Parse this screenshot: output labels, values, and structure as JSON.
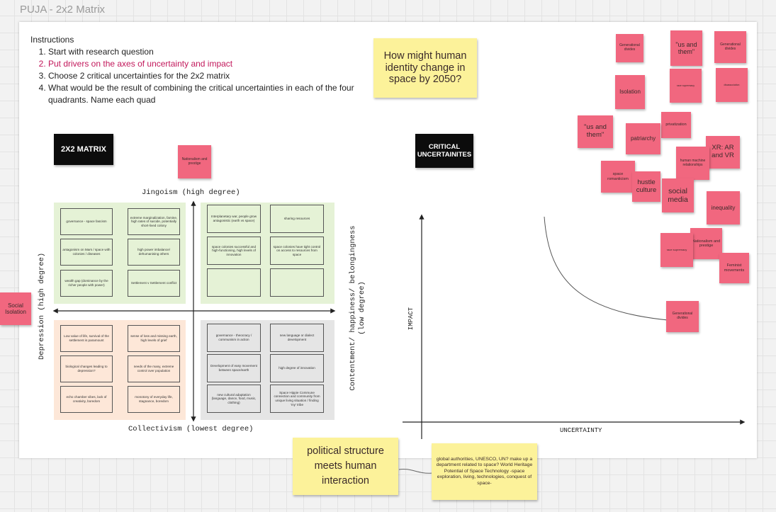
{
  "board": {
    "title": "PUJA - 2x2 Matrix"
  },
  "instructions": {
    "heading": "Instructions",
    "steps": [
      "Start with research question",
      "Put drivers on the axes of uncertainty and impact",
      "Choose 2 critical uncertainties for the 2x2 matrix",
      "What would be the result of combining the critical uncertainties in each of the four quadrants. Name each quad"
    ]
  },
  "research_question": "How might human identity change in space by 2050?",
  "matrix": {
    "label": "2X2 MATRIX",
    "axis_top": "Jingoism (high degree)",
    "axis_bottom": "Collectivism (lowest degree)",
    "axis_left": "Depression (high degree)",
    "axis_right": "Contentment/ happiness/ belongingness (low degree)",
    "top_sticky": "Nationalism and prestige",
    "q1": [
      "governance - space fascism",
      "extreme marginalization, famine, high rates of suicide, potentially short-lived colony",
      "antagonism on Mars / space with colonies / diseases",
      "high power imbalance/ dehumanising others",
      "wealth gap (dominance by the richer people with power)",
      "Settlement v Settlement conflict"
    ],
    "q2": [
      "Interplanetary war, people grow antagonistic (earth vs space)",
      "sharing resources",
      "space colonies successful and high-functioning, high levels of innovation",
      "space colonies have tight control on access to resources from space",
      "",
      ""
    ],
    "q3": [
      "Low value of life, survival of the settlement is paramount",
      "sense of loss and missing earth, high levels of grief",
      "biological changes leading to depression?",
      "needs of the many, extreme control over population",
      "echo chamber vibes, lack of creativity, boredom",
      "monotony of everyday life, stagnance, boredom"
    ],
    "q4": [
      "governance - theocracy / communism in action",
      "new language or dialect development",
      "Development of easy movement between space/earth",
      "high degree of innovation",
      "new cultural adaptation (language, dance, food, music, clothing)",
      "Space Hippie Commune connection and community from unique living situation / finding 'my' tribe"
    ]
  },
  "critical": {
    "label": "CRITICAL UNCERTAINITES",
    "y_label": "IMPACT",
    "x_label": "UNCERTAINTY",
    "curve_sticky": "Generational divides"
  },
  "left_sticky": "Social Isolation",
  "cluster": [
    {
      "text": "Generational divides"
    },
    {
      "text": "\"us and them\""
    },
    {
      "text": "Generational divides"
    },
    {
      "text": "race supremacy"
    },
    {
      "text": "disassociation"
    },
    {
      "text": "Isolation"
    },
    {
      "text": "privatization"
    },
    {
      "text": "\"us and them\""
    },
    {
      "text": "patriarchy"
    },
    {
      "text": "XR: AR and VR"
    },
    {
      "text": "human machine relationships"
    },
    {
      "text": "space romanticism"
    },
    {
      "text": "hustle culture"
    },
    {
      "text": "social media"
    },
    {
      "text": "inequality"
    },
    {
      "text": "Nationalism and prestige"
    },
    {
      "text": "race supremacy"
    },
    {
      "text": "Feminist movements"
    }
  ],
  "bottom_yellow": "political structure meets human interaction",
  "bottom_note": "global authorities, UNESCO, UN? make up a department related to space? World Heritage Potential of Space Technology -space exploration, living, technologies, conquest of space-"
}
